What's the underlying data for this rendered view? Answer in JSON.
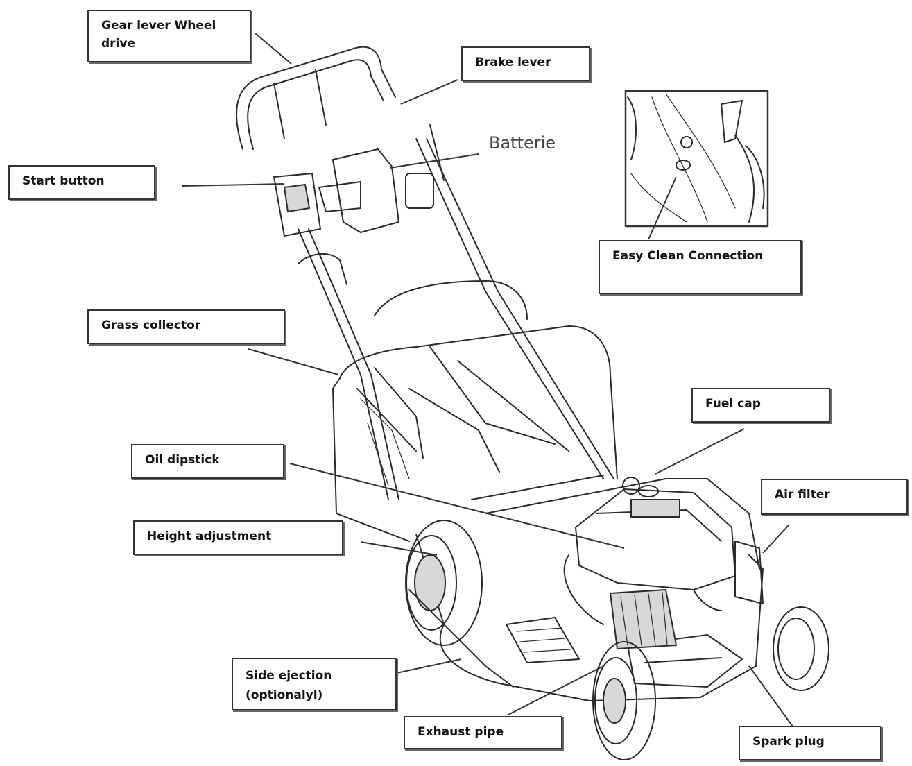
{
  "labels": {
    "gear_lever": "Gear lever Wheel\ndrive",
    "brake_lever": "Brake lever",
    "batterie": "Batterie",
    "start_button": "Start button",
    "easy_clean": "Easy Clean Connection",
    "grass_collector": "Grass collector",
    "fuel_cap": "Fuel cap",
    "oil_dipstick": "Oil dipstick",
    "air_filter": "Air filter",
    "height_adjustment": "Height adjustment",
    "side_ejection": "Side ejection\n(optionalyl)",
    "exhaust_pipe": "Exhaust pipe",
    "spark_plug": "Spark plug"
  }
}
